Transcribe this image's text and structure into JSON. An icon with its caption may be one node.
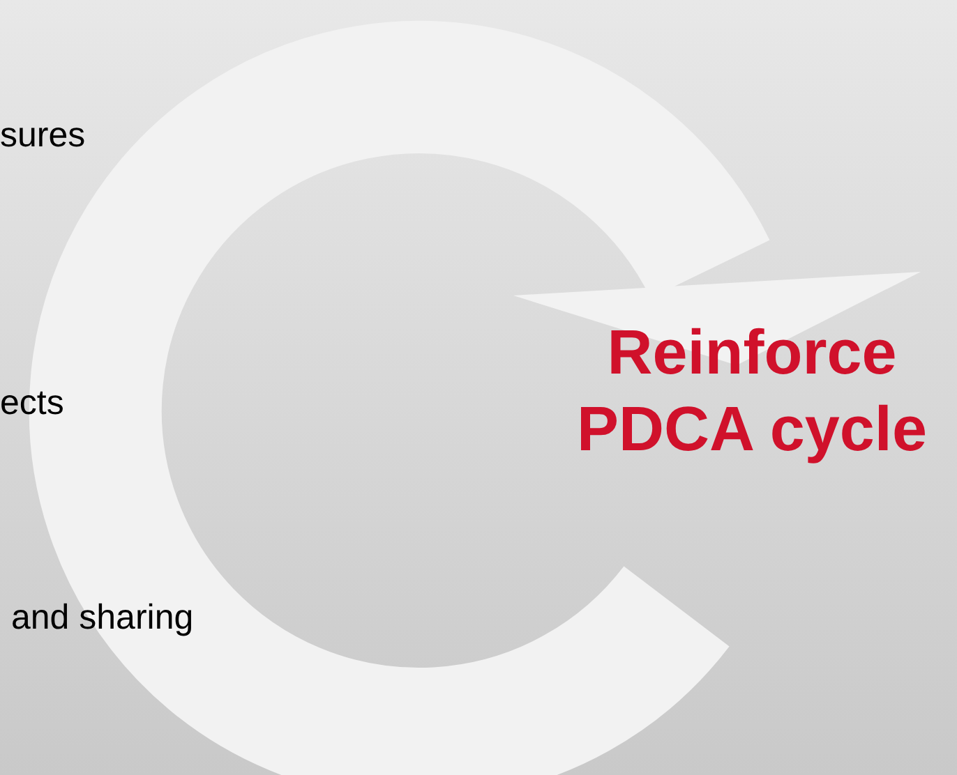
{
  "diagram": {
    "labels": [
      "sures",
      "ects",
      "and sharing",
      "Reinforce PDCA cycle"
    ]
  }
}
